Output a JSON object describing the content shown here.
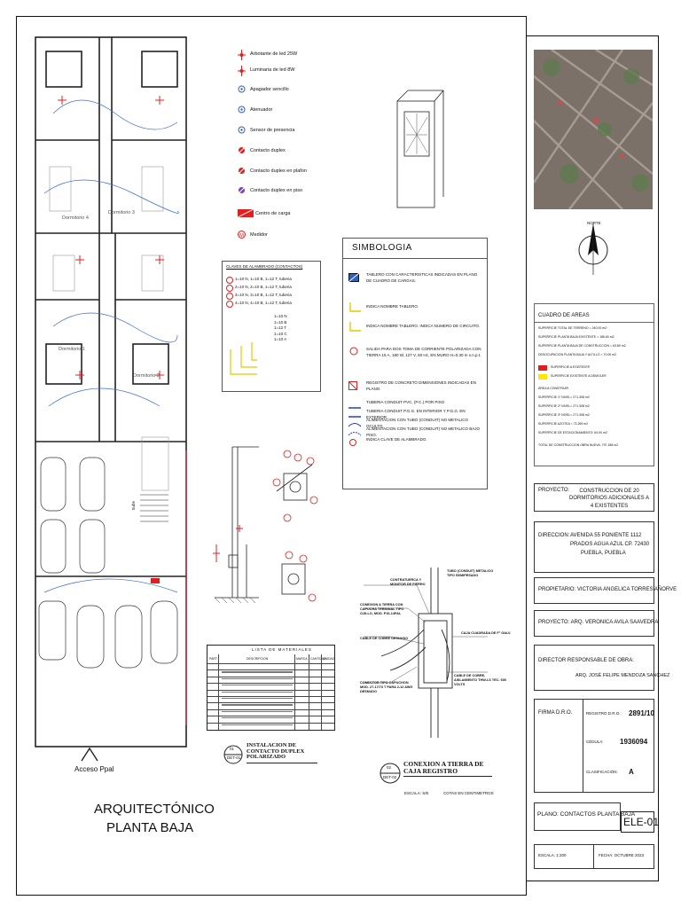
{
  "legend_icons": [
    {
      "label": "Arbotante de led 25W",
      "icon": "arbotante-icon",
      "color": "#e02020"
    },
    {
      "label": "Luminaria de led 8W",
      "icon": "luminaria-icon",
      "color": "#e02020"
    },
    {
      "label": "Apagador sencillo",
      "icon": "apagador-icon",
      "color": "#3060c0"
    },
    {
      "label": "Atenuador",
      "icon": "atenuador-icon",
      "color": "#3060c0"
    },
    {
      "label": "Sensor de presencia",
      "icon": "sensor-icon",
      "color": "#3060c0"
    },
    {
      "label": "Contacto duplex",
      "icon": "contacto-duplex-icon",
      "color": "#e02020"
    },
    {
      "label": "Contacto duplex en plafon",
      "icon": "contacto-plafon-icon",
      "color": "#e02020"
    },
    {
      "label": "Contacto duplex en piso",
      "icon": "contacto-piso-icon",
      "color": "#8040c0"
    },
    {
      "label": "Centro de carga",
      "icon": "centro-carga-icon",
      "color": "#e02020"
    },
    {
      "label": "Medidor",
      "icon": "medidor-icon",
      "color": "#e02020"
    }
  ],
  "claves": {
    "title": "CLAVES DE ALAMBRADO (CONTACTOS)",
    "rows": [
      "1=10 N, 1=10 B, 1=12 T, tuberia",
      "2=10 N, 2=10 B, 1=12 T, tuberia",
      "3=10 N, 3=10 B, 1=12 T, tuberia",
      "4=10 N, 4=10 B, 1=12 T, tuberia"
    ],
    "right_rows": [
      "1=10 N",
      "1=10 B",
      "1=12 T",
      "1=10 C",
      "1=10 A"
    ]
  },
  "simbologia": {
    "title": "SIMBOLOGIA",
    "rows": [
      "TABLERO CON CARACTERISTICAS INDICADAS EN PLANO DE CUADRO DE CARGAS.",
      "INDICA NOMBRE TABLERO.",
      "INDICA NOMBRE TABLERO. INDICA NUMERO DE CIRCUITO.",
      "SALIDA PARA DOS TOMA DE CORRIENTE POLARIZADA CON TIERRA 15 A, 180 W, 127 V, 60 Hz, EN MURO H=0.30 m s.n.p.t.",
      "REGISTRO DE CONCRETO DIMENSIONES INDICADAS EN PLANO.",
      "TUBERIA CONDUIT PVC. (P.C.) POR PISO",
      "TUBERIA CONDUIT P.G.G. EN INTERIOR Y P.G.G. EN EXTERIOR",
      "ALIMENTACION CON TUBO (CONDUIT) NO METALICO OCULTO.",
      "ALIMENTACION CON TUBO (CONDUIT) NO METALICO BAJO PISO.",
      "INDICA CLAVE DE ALAMBRADO."
    ]
  },
  "rooms": {
    "d1": "Dormitorio 1",
    "d2": "Dormitorio 2",
    "d3": "Dormitorio 3",
    "d4": "Dormitorio 4",
    "acceso": "Acceso Ppal",
    "sube": "Sube"
  },
  "plan_title": {
    "line1": "ARQUITECTÓNICO",
    "line2": "PLANTA BAJA"
  },
  "detail1": {
    "num": "01",
    "sheet": "DET-01",
    "title": "INSTALACION DE CONTACTO DUPLEX POLARIZADO"
  },
  "detail2": {
    "num": "02",
    "sheet": "DET-02",
    "title": "CONEXION A TIERRA DE CAJA REGISTRO",
    "scale": "ESCALA: S/E",
    "dims": "COTAS EN CENTIMETROS"
  },
  "lista": {
    "title": "LISTA DE MATERIALES",
    "headers": [
      "PART.",
      "DESCRIPCION",
      "MARCA",
      "CANTIDAD",
      "UNIDAD"
    ]
  },
  "callouts": [
    "TUBO (CONDUIT) METALICO TIPO SEMIPESADO",
    "CONTRATUERCA Y MONITOR DE FIERRO",
    "CONEXION A TIERRA CON CAPUCHA TERMINAL TIPO OJILLO, MOD. P16-14PAL",
    "CABLE DE COBRE DESNUDO",
    "CAJA CUADRADA DE F° GALV.",
    "CABLE DE COBRE, AISLAMIENTO THW-LS TEC. 600 VOLTS",
    "CONECTOR TIPO CAPUCHON MOD. 27-17/73 T PARA 2-12 AWG DESNUDO"
  ],
  "cuadro_areas": {
    "title": "CUADRO DE AREAS",
    "rows": [
      "SUPERFICIE TOTAL DE TERRENO = 240.00 m2",
      "SUPERFICIE PLANTA BAJA EXISTENTE = 186.60 m2",
      "SUPERFICIE PLANTA BAJA DE CONSTRUCCION = 63.80 m2",
      "DESOCUPACION PLANTA BAJA Y ALTILLO = 70.00 m2",
      "SUPERFICIE A EXISTENTE",
      "SUPERFICIE EXISTENTE A DEMOLER",
      "ÁREA A CONSTRUIR",
      "SUPERFICIE 1º NIVEL= 271.308 m2",
      "SUPERFICIE 2º NIVEL= 271.308 m2",
      "SUPERFICIE 3º NIVEL= 271.308 m2",
      "SUPERFICIE AZOTEA = 73.269 m2",
      "SUPERFICIE DE ESTACIONAMIENTO: 64.00 m2",
      "TOTAL DE CONSTRUCCION OBRA NUEVA: 797.188 m2"
    ]
  },
  "norte": "NORTE",
  "title_block": {
    "proyecto_label": "PROYECTO:",
    "proyecto": "CONSTRUCCION DE 20 DORMITORIOS ADICIONALES A 4 EXISTENTES",
    "direccion_label": "DIRECCION:",
    "direccion": [
      "AVENIDA 55 PONIENTE 1112",
      "PRADOS AGUA AZUL CP. 72430",
      "PUEBLA, PUEBLA"
    ],
    "propietario": "PROPIETARIO: VICTORIA ANGELICA TORRES AÑORVE",
    "arq": "PROYECTO: ARQ. VERONICA AVILA SAAVEDRA",
    "director_label": "DIRECTOR RESPONSABLE DE OBRA:",
    "director": "ARQ. JOSÉ FELIPE MENDOZA SANCHEZ",
    "firma": "FIRMA D.R.O.",
    "registro_label": "REGISTRO D.R.O.:",
    "registro": "2891/10",
    "cedula_label": "CÉDULA:",
    "cedula": "1936094",
    "clasif_label": "CLASIFICACIÓN:",
    "clasif": "A",
    "plano": "PLANO: CONTACTOS PLANTA BAJA",
    "clave": "ELE-01",
    "escala": "ESCALA: 1:200",
    "fecha": "FECHA: OCTUBRE 2023"
  }
}
